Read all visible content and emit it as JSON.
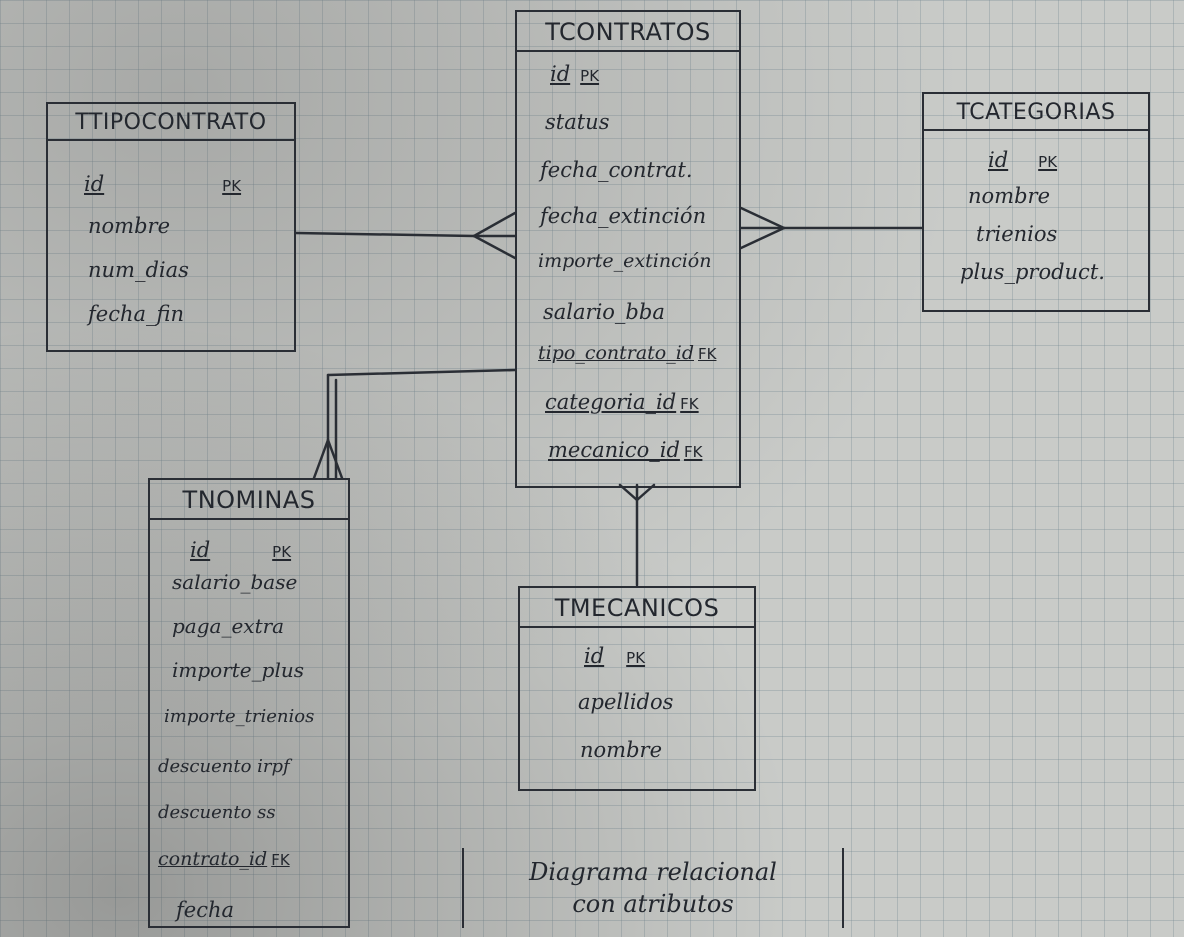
{
  "entities": {
    "tcontratos": {
      "title": "TCONTRATOS",
      "attrs": [
        {
          "name": "id",
          "tag": "PK"
        },
        {
          "name": "status",
          "tag": ""
        },
        {
          "name": "fecha_contrat.",
          "tag": ""
        },
        {
          "name": "fecha_extinción",
          "tag": ""
        },
        {
          "name": "importe_extinción",
          "tag": ""
        },
        {
          "name": "salario_bba",
          "tag": ""
        },
        {
          "name": "tipo_contrato_id",
          "tag": "FK"
        },
        {
          "name": "categoria_id",
          "tag": "FK"
        },
        {
          "name": "mecanico_id",
          "tag": "FK"
        }
      ]
    },
    "ttipocontrato": {
      "title": "TTIPOCONTRATO",
      "attrs": [
        {
          "name": "id",
          "tag": "PK"
        },
        {
          "name": "nombre",
          "tag": ""
        },
        {
          "name": "num_dias",
          "tag": ""
        },
        {
          "name": "fecha_fin",
          "tag": ""
        }
      ]
    },
    "tcategorias": {
      "title": "TCATEGORIAS",
      "attrs": [
        {
          "name": "id",
          "tag": "PK"
        },
        {
          "name": "nombre",
          "tag": ""
        },
        {
          "name": "trienios",
          "tag": ""
        },
        {
          "name": "plus_product.",
          "tag": ""
        }
      ]
    },
    "tnominas": {
      "title": "TNOMINAS",
      "attrs": [
        {
          "name": "id",
          "tag": "PK"
        },
        {
          "name": "salario_base",
          "tag": ""
        },
        {
          "name": "paga_extra",
          "tag": ""
        },
        {
          "name": "importe_plus",
          "tag": ""
        },
        {
          "name": "importe_trienios",
          "tag": ""
        },
        {
          "name": "descuento irpf",
          "tag": ""
        },
        {
          "name": "descuento ss",
          "tag": ""
        },
        {
          "name": "contrato_id",
          "tag": "FK"
        },
        {
          "name": "fecha",
          "tag": ""
        }
      ]
    },
    "tmecanicos": {
      "title": "TMECANICOS",
      "attrs": [
        {
          "name": "id",
          "tag": "PK"
        },
        {
          "name": "apellidos",
          "tag": ""
        },
        {
          "name": "nombre",
          "tag": ""
        }
      ]
    }
  },
  "caption": {
    "line1": "Diagrama relacional",
    "line2": "con atributos"
  },
  "colors": {
    "ink": "#23272e",
    "paper": "#c9cbc8",
    "grid": "#788c96"
  }
}
